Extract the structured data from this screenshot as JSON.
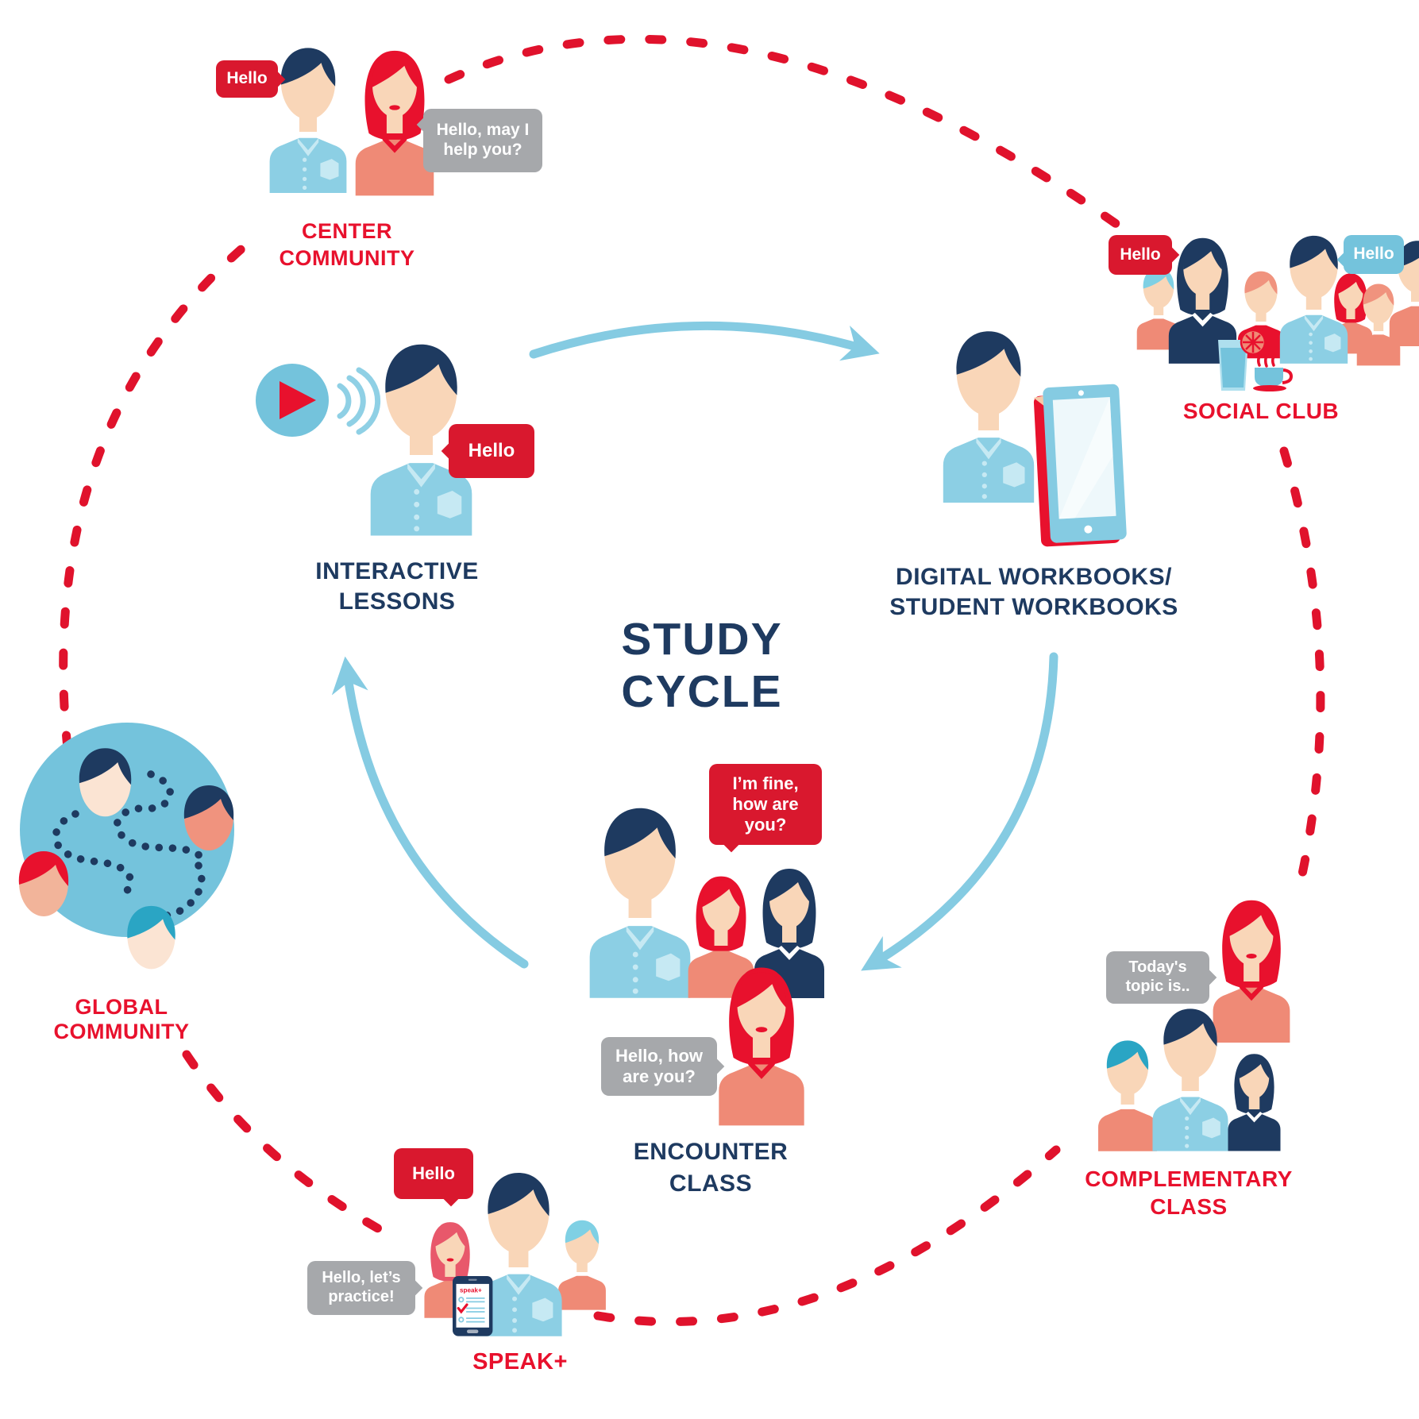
{
  "title": {
    "line1": "STUDY",
    "line2": "CYCLE"
  },
  "nodes": {
    "center_community": {
      "line1": "CENTER",
      "line2": "COMMUNITY"
    },
    "social_club": {
      "label": "SOCIAL CLUB"
    },
    "interactive_lessons": {
      "line1": "INTERACTIVE",
      "line2": "LESSONS"
    },
    "digital_workbooks": {
      "line1": "DIGITAL WORKBOOKS/",
      "line2": "STUDENT WORKBOOKS"
    },
    "encounter_class": {
      "line1": "ENCOUNTER",
      "line2": "CLASS"
    },
    "complementary_class": {
      "line1": "COMPLEMENTARY",
      "line2": "CLASS"
    },
    "speak_plus": {
      "label": "SPEAK+"
    },
    "global_community": {
      "line1": "GLOBAL",
      "line2": "COMMUNITY"
    }
  },
  "bubbles": {
    "cc_hello": "Hello",
    "cc_help": "Hello, may I help you?",
    "il_hello": "Hello",
    "sc_hello_left": "Hello",
    "sc_hello_right": "Hello",
    "ec_fine": "I’m fine, how are you?",
    "ec_hello": "Hello, how are you?",
    "comp_topic": "Today's topic is..",
    "sp_hello": "Hello",
    "sp_practice": "Hello, let’s practice!"
  },
  "phone": {
    "app_name": "speak+"
  },
  "icons": [
    "play-icon",
    "sound-waves-icon",
    "tablet-workbook-icon",
    "phone-speak-app-icon",
    "drink-glass-icon",
    "coffee-cup-icon",
    "globe-icon"
  ],
  "colors": {
    "red": "#e8112d",
    "bubble_red": "#d9182e",
    "navy": "#1e3a60",
    "light_blue": "#8ccfe4",
    "arrow_blue": "#85cbe2",
    "circle_blue": "#74c3dc",
    "gray": "#a6a8ab",
    "skin": "#f9d6b8",
    "salmon": "#ef8a76"
  }
}
